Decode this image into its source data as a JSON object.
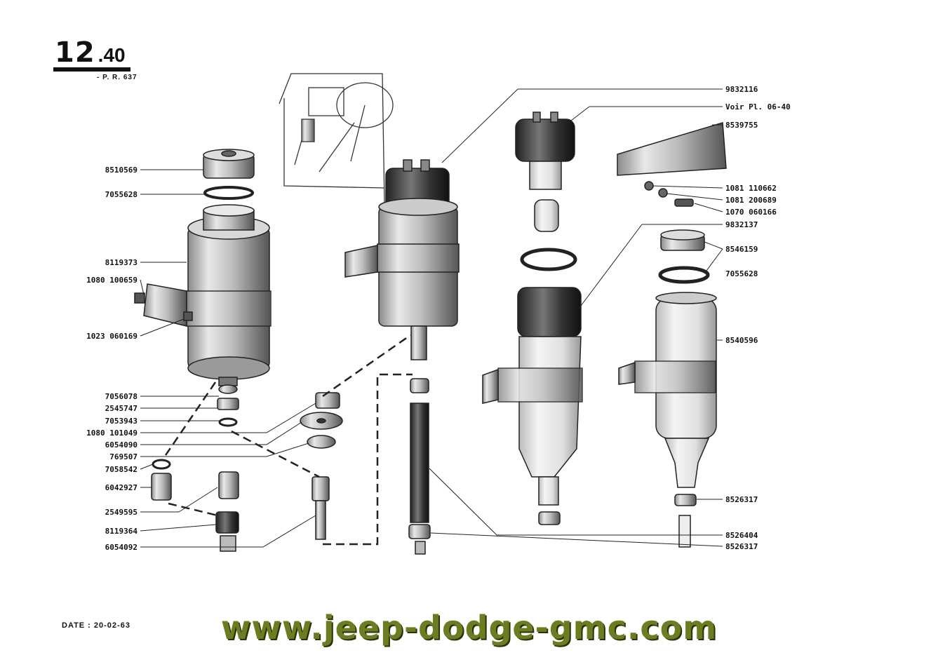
{
  "plate": {
    "number": "12",
    "sub": ".40",
    "ref": "- P. R. 637",
    "date": "DATE : 20-02-63"
  },
  "watermark": "www.jeep-dodge-gmc.com",
  "labels_left": [
    "8510569",
    "7055628",
    "8119373",
    "1080 100659",
    "1023 060169",
    "7056078",
    "2545747",
    "7053943",
    "1080 101049",
    "6054090",
    "769507",
    "7058542",
    "6042927",
    "2549595",
    "8119364",
    "6054092"
  ],
  "labels_right": [
    "9832116",
    "Voir Pl. 06-40",
    "8539755",
    "1081 110662",
    "1081 200689",
    "1070 060166",
    "9832137",
    "8546159",
    "7055628",
    "8540596",
    "8526317",
    "8526404",
    "8526317"
  ]
}
